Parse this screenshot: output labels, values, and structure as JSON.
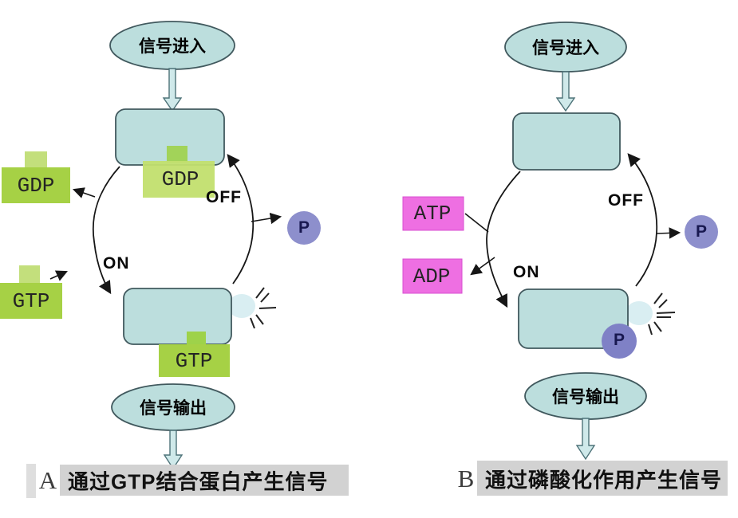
{
  "colors": {
    "node_fill": "#bcdedd",
    "node_stroke": "#41595e",
    "hollow_arrow_fill": "#cfe9ea",
    "green_body": "#a6d145",
    "green_tab": "#c3df7c",
    "green_bound_body": "#c2df6e",
    "green_bound_tab": "#9ed24a",
    "pink": "#ee6fe2",
    "purple": "#8d8fcc",
    "purple_bound": "#7f81c6",
    "caption_bg": "#d2d2d2",
    "caption_strip": "#dedede",
    "flash_glow": "#d9eef2",
    "line": "#161616"
  },
  "panel_a": {
    "panel_letter": "A",
    "caption": "通过GTP结合蛋白产生信号",
    "signal_in": "信号进入",
    "signal_out": "信号输出",
    "bound_gdp": "GDP",
    "free_gdp": "GDP",
    "free_gtp": "GTP",
    "bound_gtp": "GTP",
    "off_label": "OFF",
    "on_label": "ON",
    "phosphate": "P"
  },
  "panel_b": {
    "panel_letter": "B",
    "caption": "通过磷酸化作用产生信号",
    "signal_in": "信号进入",
    "signal_out": "信号输出",
    "atp": "ATP",
    "adp": "ADP",
    "off_label": "OFF",
    "on_label": "ON",
    "phosphate_free": "P",
    "phosphate_bound": "P"
  }
}
